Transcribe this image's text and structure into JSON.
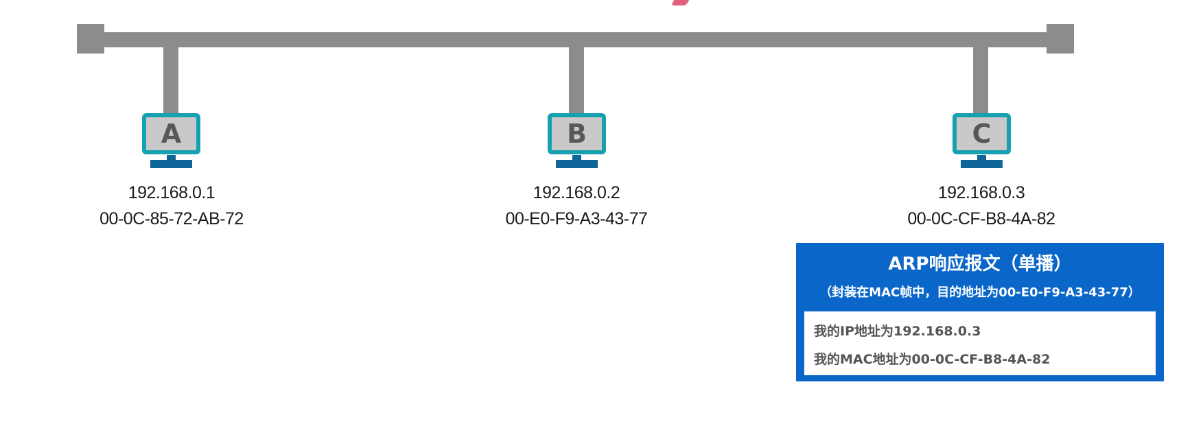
{
  "hosts": [
    {
      "letter": "A",
      "ip": "192.168.0.1",
      "mac": "00-0C-85-72-AB-72"
    },
    {
      "letter": "B",
      "ip": "192.168.0.2",
      "mac": "00-E0-F9-A3-43-77"
    },
    {
      "letter": "C",
      "ip": "192.168.0.3",
      "mac": "00-0C-CF-B8-4A-82"
    }
  ],
  "arp_response": {
    "title": "ARP响应报文（单播）",
    "subtitle": "（封装在MAC帧中，目的地址为00-E0-F9-A3-43-77）",
    "line1": "我的IP地址为192.168.0.3",
    "line2": "我的MAC地址为00-0C-CF-B8-4A-82"
  },
  "colors": {
    "bus": "#8c8c8c",
    "monitor_frame": "#16a1b1",
    "monitor_screen": "#c9c9c9",
    "stand": "#0f6699",
    "arp_box": "#0a67c9"
  }
}
